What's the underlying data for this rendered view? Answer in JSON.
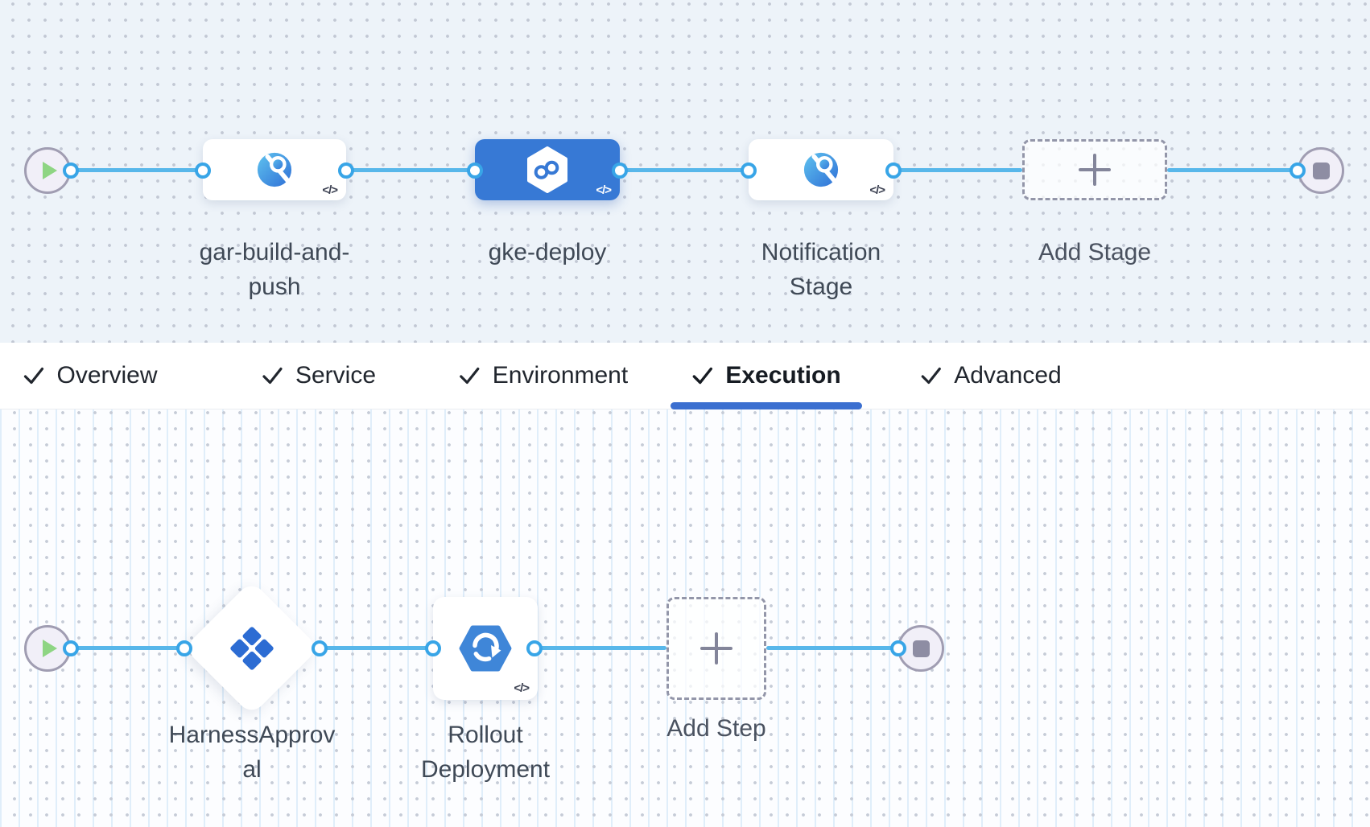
{
  "stage_pipeline": {
    "stages": [
      {
        "label": "gar-build-and-\npush",
        "icon": "cd-stage-icon",
        "selected": false
      },
      {
        "label": "gke-deploy",
        "icon": "pipeline-infinity-icon",
        "selected": true
      },
      {
        "label": "Notification\nStage",
        "icon": "cd-stage-icon",
        "selected": false
      }
    ],
    "add_stage_label": "Add Stage"
  },
  "tabs": [
    {
      "label": "Overview",
      "checked": true,
      "active": false
    },
    {
      "label": "Service",
      "checked": true,
      "active": false
    },
    {
      "label": "Environment",
      "checked": true,
      "active": false
    },
    {
      "label": "Execution",
      "checked": true,
      "active": true
    },
    {
      "label": "Advanced",
      "checked": true,
      "active": false
    }
  ],
  "execution": {
    "steps": [
      {
        "label": "HarnessApprov\nal",
        "icon": "approval-icon",
        "shape": "diamond"
      },
      {
        "label": "Rollout\nDeployment",
        "icon": "rollout-deployment-icon",
        "shape": "card"
      }
    ],
    "add_step_label": "Add Step"
  },
  "code_badge": "</>",
  "colors": {
    "edge": "#58b7ea",
    "selected_stage": "#3779d5",
    "tab_underline": "#3b6fd0",
    "canvas_top_bg": "#edf3f9",
    "canvas_bottom_bg": "#fcfdff",
    "port_border": "#38a5e7",
    "play_green": "#8ed583",
    "stop_gray": "#8e8da3",
    "icon_blue": "#2c6cd3"
  }
}
